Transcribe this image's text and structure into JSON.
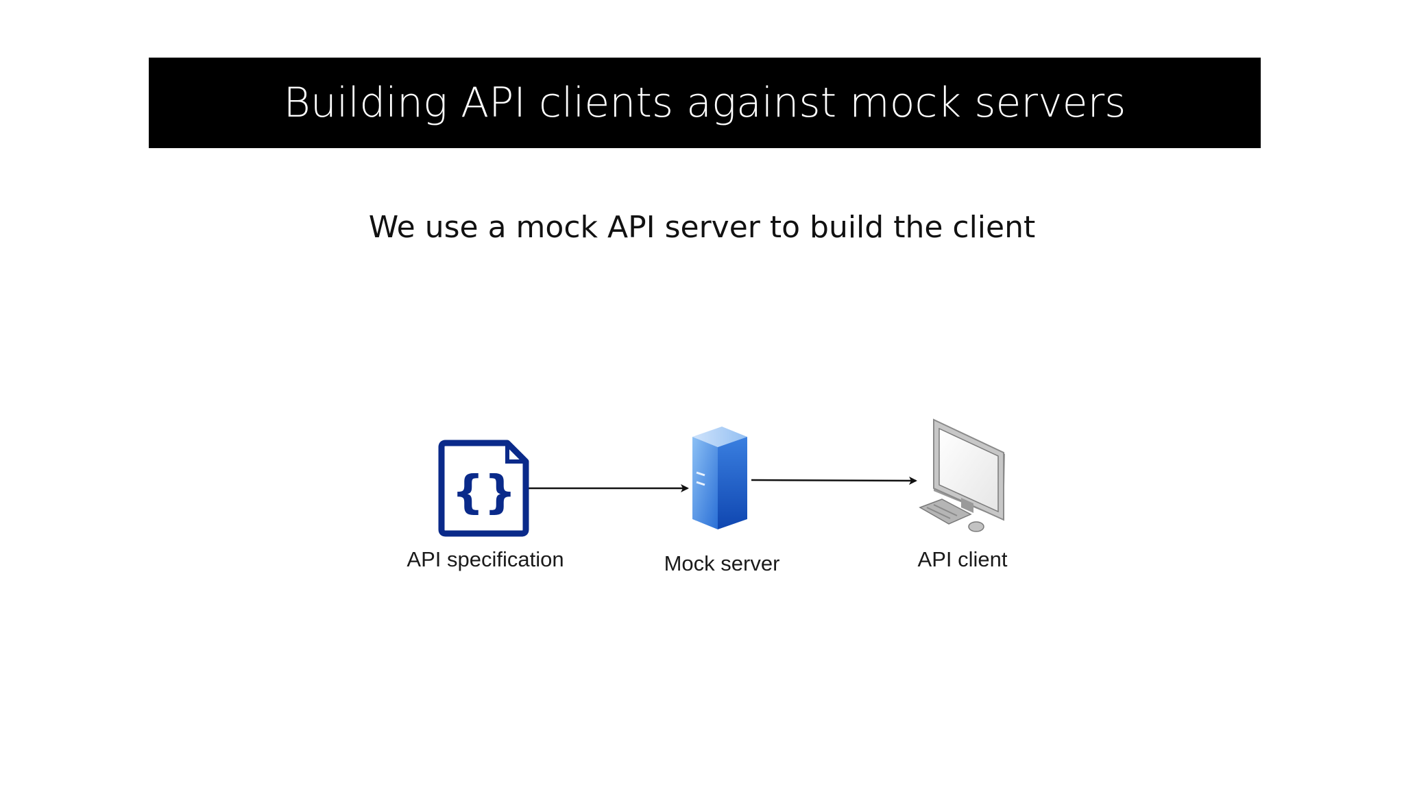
{
  "slide": {
    "title": "Building API clients against mock servers",
    "subtitle": "We use a mock API server to build the client"
  },
  "diagram": {
    "nodes": [
      {
        "id": "spec",
        "label": "API specification",
        "icon": "json-file-icon"
      },
      {
        "id": "mock",
        "label": "Mock server",
        "icon": "server-tower-icon"
      },
      {
        "id": "client",
        "label": "API client",
        "icon": "desktop-computer-icon"
      }
    ],
    "edges": [
      {
        "from": "spec",
        "to": "mock"
      },
      {
        "from": "mock",
        "to": "client"
      }
    ],
    "colors": {
      "title_bg": "#000000",
      "title_text": "#ffffff",
      "spec_icon": "#0a2a8a",
      "server_light": "#7fb2ee",
      "server_dark": "#1f5fcf",
      "arrow": "#111111"
    }
  }
}
